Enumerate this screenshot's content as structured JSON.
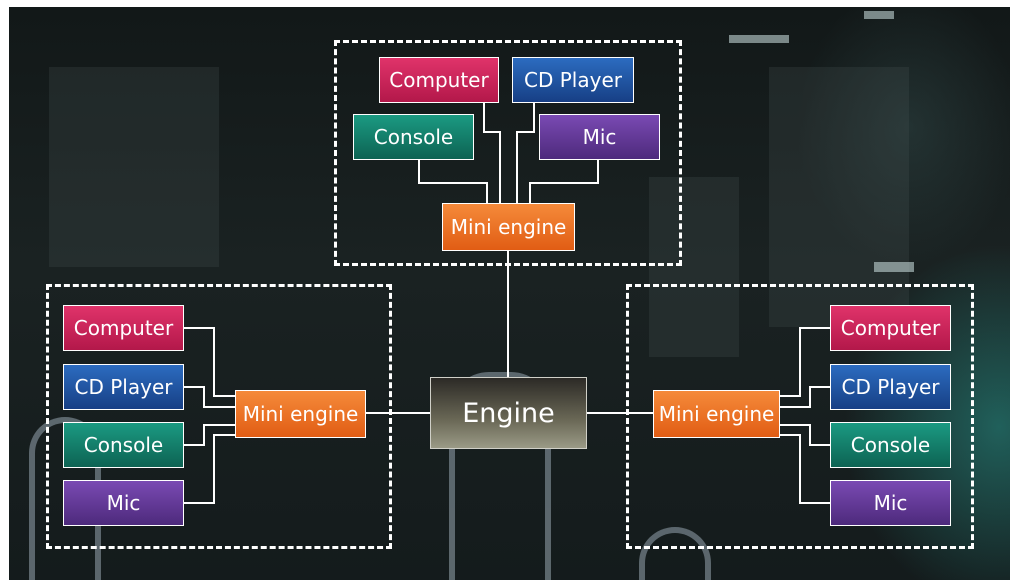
{
  "engine": {
    "label": "Engine"
  },
  "top_group": {
    "mini_engine": "Mini engine",
    "computer": "Computer",
    "cd_player": "CD Player",
    "console": "Console",
    "mic": "Mic"
  },
  "left_group": {
    "mini_engine": "Mini engine",
    "computer": "Computer",
    "cd_player": "CD Player",
    "console": "Console",
    "mic": "Mic"
  },
  "right_group": {
    "mini_engine": "Mini engine",
    "computer": "Computer",
    "cd_player": "CD Player",
    "console": "Console",
    "mic": "Mic"
  },
  "colors": {
    "computer": "#c81f55",
    "cd_player": "#1f4f9a",
    "console": "#0f7a66",
    "mic": "#5e3590",
    "mini_engine": "#f07428",
    "engine": "#4a4940",
    "connector": "#ffffff"
  }
}
